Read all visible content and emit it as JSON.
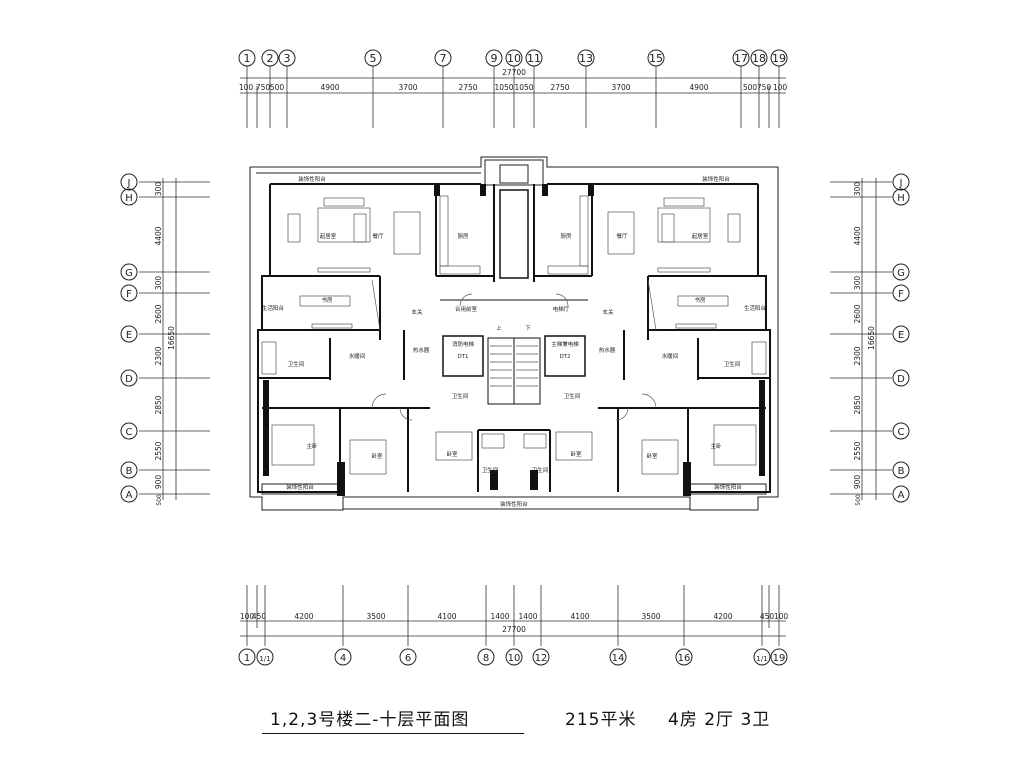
{
  "drawing": {
    "title": "1,2,3号楼二-十层平面图",
    "area": "215平米",
    "rooms": "4房 2厅 3卫"
  },
  "top_axes": {
    "labels": [
      "1",
      "2",
      "3",
      "5",
      "7",
      "9",
      "10",
      "11",
      "13",
      "15",
      "17",
      "18",
      "19"
    ],
    "overall": "27700",
    "dims": [
      "100",
      "750",
      "500",
      "4900",
      "3700",
      "2750",
      "1050",
      "1050",
      "2750",
      "3700",
      "4900",
      "500",
      "750",
      "100"
    ]
  },
  "bottom_axes": {
    "labels": [
      "1",
      "1/1",
      "4",
      "6",
      "8",
      "10",
      "12",
      "14",
      "16",
      "1/1",
      "19"
    ],
    "overall": "27700",
    "dims": [
      "100",
      "450",
      "4200",
      "3500",
      "4100",
      "1400",
      "1400",
      "4100",
      "3500",
      "4200",
      "450",
      "100"
    ]
  },
  "side_axes": {
    "labels": [
      "J",
      "H",
      "G",
      "F",
      "E",
      "D",
      "C",
      "B",
      "A"
    ],
    "dims": [
      "300",
      "4400",
      "300",
      "2600",
      "2300",
      "2850",
      "2550",
      "900",
      "500"
    ],
    "overall": "16650"
  },
  "rooms": {
    "lounge_l": "起居室",
    "lounge_r": "起居室",
    "dining_l": "餐厅",
    "dining_r": "餐厅",
    "kitchen_l": "厨房",
    "kitchen_r": "厨房",
    "study_l": "书房",
    "study_r": "书房",
    "living_balcony_l": "生活阳台",
    "living_balcony_r": "生活阳台",
    "entry_l": "玄关",
    "entry_r": "玄关",
    "shared_front": "合用前室",
    "elevator_hall": "电梯厅",
    "fire_elevator": "消防电梯",
    "main_elevator": "主梯兼电梯",
    "dt1": "DT1",
    "dt2": "DT2",
    "water_heater_l": "热水器",
    "water_heater_r": "热水器",
    "bath_l": "卫生间",
    "bath_r": "卫生间",
    "bath_c1": "卫生间",
    "bath_c2": "卫生间",
    "bath_c3": "卫生间",
    "bath_c4": "卫生间",
    "water_well_l": "水暖间",
    "water_well_r": "水暖间",
    "master_l": "主卧",
    "master_r": "主卧",
    "bedroom_1": "卧室",
    "bedroom_2": "卧室",
    "bedroom_3": "卧室",
    "bedroom_4": "卧室",
    "deco_balcony_1": "装饰性阳台",
    "deco_balcony_2": "装饰性阳台",
    "deco_balcony_3": "装饰性阳台",
    "deco_balcony_4": "装饰性阳台",
    "deco_balcony_5": "装饰性阳台",
    "up": "上",
    "down": "下"
  }
}
